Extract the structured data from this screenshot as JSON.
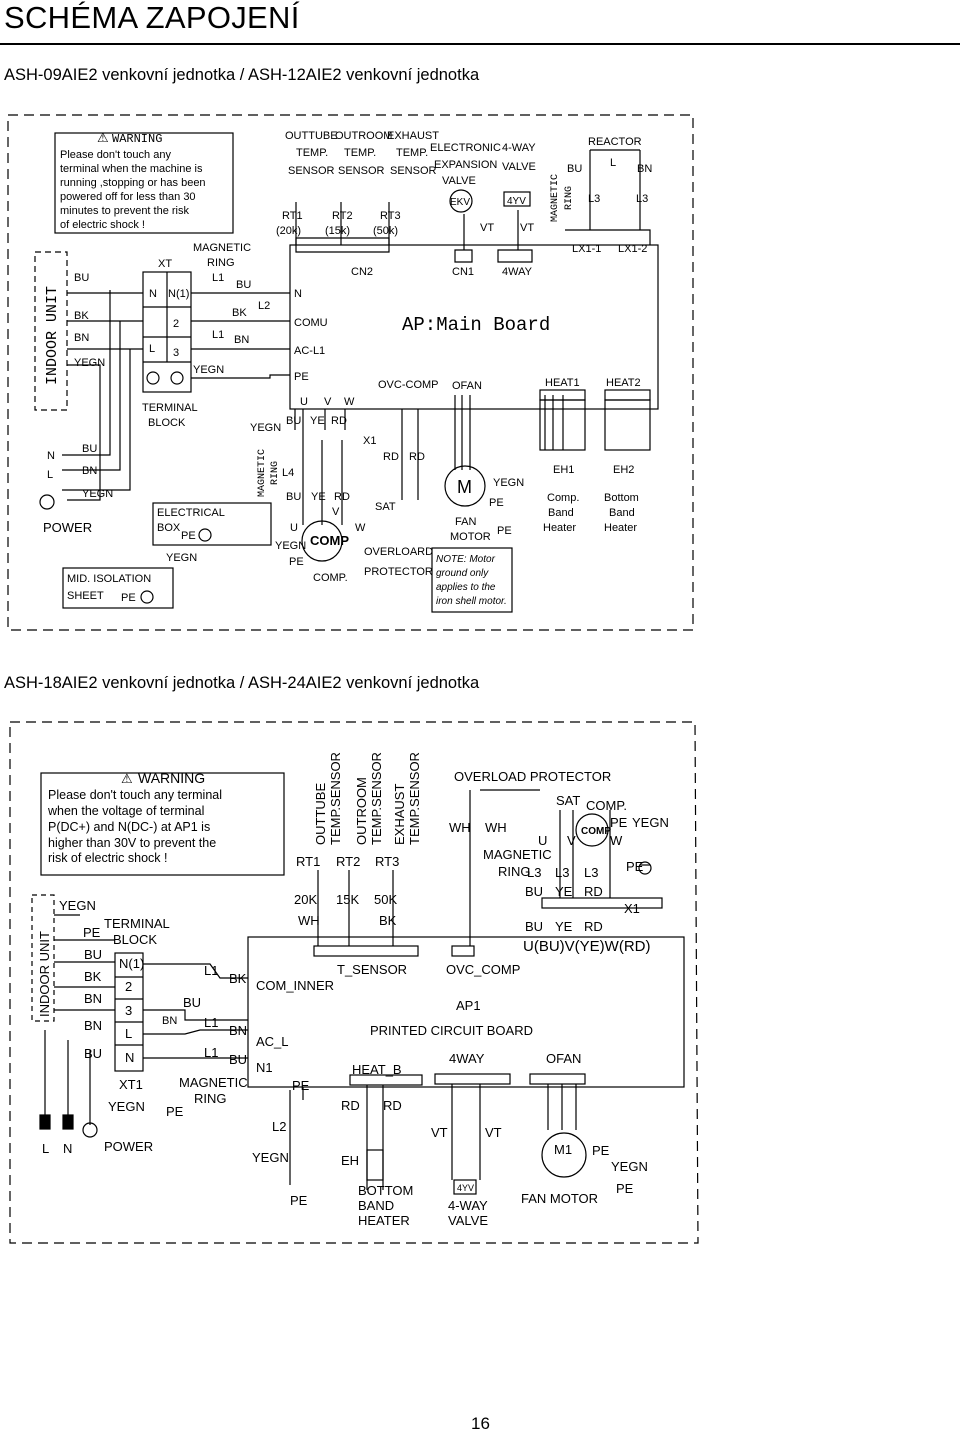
{
  "page": {
    "title": "SCHÉMA ZAPOJENÍ",
    "number": "16"
  },
  "diagram1": {
    "caption": "ASH-09AIE2 venkovní jednotka / ASH-12AIE2 venkovní jednotka",
    "warning_title": "WARNING",
    "warning_lines": [
      "Please don't touch any",
      "terminal when the machine is",
      "running ,stopping or has been",
      "powered off for less than 30",
      "minutes to prevent the risk",
      "of electric shock !"
    ],
    "indoor_unit": "INDOOR UNIT",
    "xt": "XT",
    "terminal_rows": [
      "N",
      "N(1)",
      "2",
      "L",
      "3"
    ],
    "terminal_block": [
      "TERMINAL",
      "BLOCK"
    ],
    "magnetic_ring": [
      "MAGNETIC",
      "RING"
    ],
    "wires": {
      "bu": "BU",
      "bk": "BK",
      "bn": "BN",
      "yegn": "YEGN",
      "l1": "L1",
      "l2": "L2",
      "l4": "L4",
      "ye": "YE",
      "rd": "RD"
    },
    "outtube": [
      "OUTTUBE",
      "TEMP.",
      "SENSOR"
    ],
    "outroom": [
      "OUTROOM",
      "TEMP.",
      "SENSOR"
    ],
    "exhaust": [
      "EXHAUST",
      "TEMP.",
      "SENSOR"
    ],
    "ekv_label": [
      "ELECTRONIC",
      "EXPANSION",
      "VALVE"
    ],
    "fourway_label": [
      "4-WAY",
      "VALVE"
    ],
    "rt": [
      "RT1",
      "(20k)",
      "RT2",
      "(15k)",
      "RT3",
      "(50k)"
    ],
    "ekv": "EKV",
    "fourway": "4YV",
    "vt": "VT",
    "reactor": "REACTOR",
    "reactor_l": "L",
    "l3": "L3",
    "lx1": "LX1-1",
    "lx2": "LX1-2",
    "connectors": [
      "CN2",
      "CN1",
      "4WAY"
    ],
    "board_pins": [
      "N",
      "COMU",
      "AC-L1",
      "PE"
    ],
    "main_board": "AP:Main Board",
    "ovc": "OVC-COMP",
    "ofan": "OFAN",
    "heat1": "HEAT1",
    "heat2": "HEAT2",
    "uvw": [
      "U",
      "V",
      "W"
    ],
    "x1": "X1",
    "sat": "SAT",
    "overload": [
      "OVERLOARD",
      "PROTECTOR"
    ],
    "fan_m": "M",
    "fan_motor": [
      "FAN",
      "MOTOR"
    ],
    "pe": "PE",
    "eh1": "EH1",
    "eh2": "EH2",
    "comp_heater": [
      "Comp.",
      "Band",
      "Heater"
    ],
    "bottom_heater": [
      "Bottom",
      "Band",
      "Heater"
    ],
    "note": [
      "NOTE: Motor",
      "ground only",
      "applies to the",
      "iron shell motor."
    ],
    "power_nl": [
      "N",
      "L"
    ],
    "power": "POWER",
    "elec_box": [
      "ELECTRICAL",
      "BOX"
    ],
    "mid_iso": [
      "MID. ISOLATION",
      "SHEET"
    ],
    "comp": "COMP",
    "comp_label": "COMP."
  },
  "diagram2": {
    "caption": "ASH-18AIE2 venkovní jednotka / ASH-24AIE2 venkovní jednotka",
    "warning_title": "WARNING",
    "warning_lines": [
      "Please don't touch any terminal",
      "when the voltage of terminal",
      "P(DC+) and N(DC-) at AP1 is",
      "higher than 30V to prevent the",
      "risk of electric shock !"
    ],
    "indoor_unit": "INDOOR UNIT",
    "sensors_v": [
      "OUTTUBE",
      "TEMP.SENSOR",
      "OUTROOM",
      "TEMP.SENSOR",
      "EXHAUST",
      "TEMP.SENSOR"
    ],
    "rt": [
      "RT1",
      "RT2",
      "RT3"
    ],
    "rt_val": [
      "20K",
      "15K",
      "50K"
    ],
    "rt_wire": [
      "WH",
      "BK"
    ],
    "overload": "OVERLOAD PROTECTOR",
    "sat": "SAT",
    "comp": "COMP.",
    "comp_in": "COMP",
    "pe": "PE",
    "yegn": "YEGN",
    "wh": "WH",
    "uvw": [
      "U",
      "V",
      "W"
    ],
    "magnetic_ring": [
      "MAGNETIC",
      "RING"
    ],
    "l3": "L3",
    "bu": "BU",
    "ye": "YE",
    "rd": "RD",
    "bk": "BK",
    "bn": "BN",
    "x1": "X1",
    "uvw_out": "U(BU)V(YE)W(RD)",
    "t_sensor": "T_SENSOR",
    "ovc": "OVC_COMP",
    "com_inner": "COM_INNER",
    "ap1": "AP1",
    "pcb": "PRINTED CIRCUIT BOARD",
    "ac_l": "AC_L",
    "n1": "N1",
    "heat_b": "HEAT_B",
    "fourway": "4WAY",
    "ofan": "OFAN",
    "terminal_block": [
      "TERMINAL",
      "BLOCK"
    ],
    "terminal_rows": [
      "N(1)",
      "2",
      "3",
      "L",
      "N"
    ],
    "xt1": "XT1",
    "l1": "L1",
    "l2": "L2",
    "vt": "VT",
    "eh": "EH",
    "m1": "M1",
    "bottom_heater": [
      "BOTTOM",
      "BAND",
      "HEATER"
    ],
    "fourway_icon": "4YV",
    "fourway_valve": [
      "4-WAY",
      "VALVE"
    ],
    "fan_motor": "FAN MOTOR",
    "power_lnpe": [
      "L",
      "N"
    ],
    "power": "POWER"
  }
}
